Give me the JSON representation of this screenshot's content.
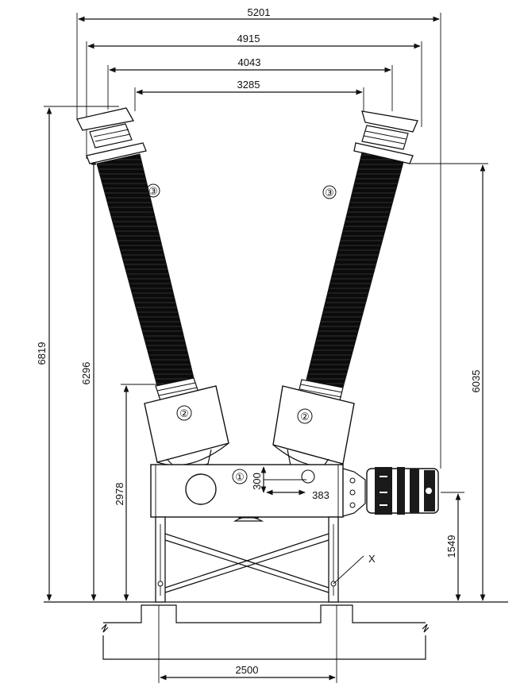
{
  "dimensions": {
    "top": [
      "5201",
      "4915",
      "4043",
      "3285"
    ],
    "left_6819": "6819",
    "left_6296": "6296",
    "left_2978": "2978",
    "right_6035": "6035",
    "right_1549": "1549",
    "bottom_2500": "2500",
    "small_300": "300",
    "small_383": "383"
  },
  "callouts": {
    "bushing_left": "③",
    "bushing_right": "③",
    "ct_left": "②",
    "ct_right": "②",
    "tank": "①",
    "support_marker": "X"
  },
  "colors": {
    "line": "#111111",
    "bushing": "#0b0b0b",
    "background": "#ffffff"
  }
}
